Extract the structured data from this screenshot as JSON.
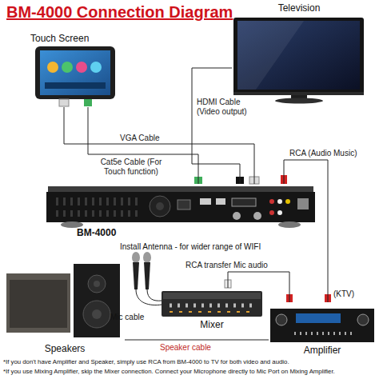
{
  "diagram": {
    "title": "BM-4000 Connection Diagram",
    "nodes": [
      {
        "text": [
          "Television"
        ]
      },
      {
        "text": [
          "Touch Screen"
        ]
      },
      {
        "text": [
          "BM-4000"
        ]
      },
      {
        "text": [
          "Mixer"
        ]
      },
      {
        "text": [
          "Speakers"
        ]
      },
      {
        "text": [
          "Amplifier"
        ]
      }
    ],
    "edges": [
      {
        "from": 2,
        "to": 0,
        "label": "HDMI Cable (Video output)",
        "arrow": "none"
      },
      {
        "from": 1,
        "to": 2,
        "label": "VGA Cable",
        "arrow": "none"
      },
      {
        "from": 1,
        "to": 2,
        "label": "Cat5e Cable (For Touch function)",
        "arrow": "none"
      },
      {
        "from": 2,
        "to": 5,
        "label": "RCA (Audio Music)",
        "arrow": "none"
      },
      {
        "from": 3,
        "to": 5,
        "label": "RCA transfer Mic audio",
        "arrow": "none"
      },
      {
        "from": 4,
        "to": 5,
        "label": "Speaker cable",
        "arrow": "none"
      }
    ],
    "labels": [
      "Install Antenna - for wider range of WIFI",
      "Mic cable",
      "(KTV)",
      "*If you don't have Amplifier and Speaker, simply use RCA from BM-4000 to TV for both video and audio.",
      "*If you use Mixing Amplifier, skip the Mixer connection. Connect your Microphone directly to Mic Port on Mixing Amplifier."
    ]
  }
}
